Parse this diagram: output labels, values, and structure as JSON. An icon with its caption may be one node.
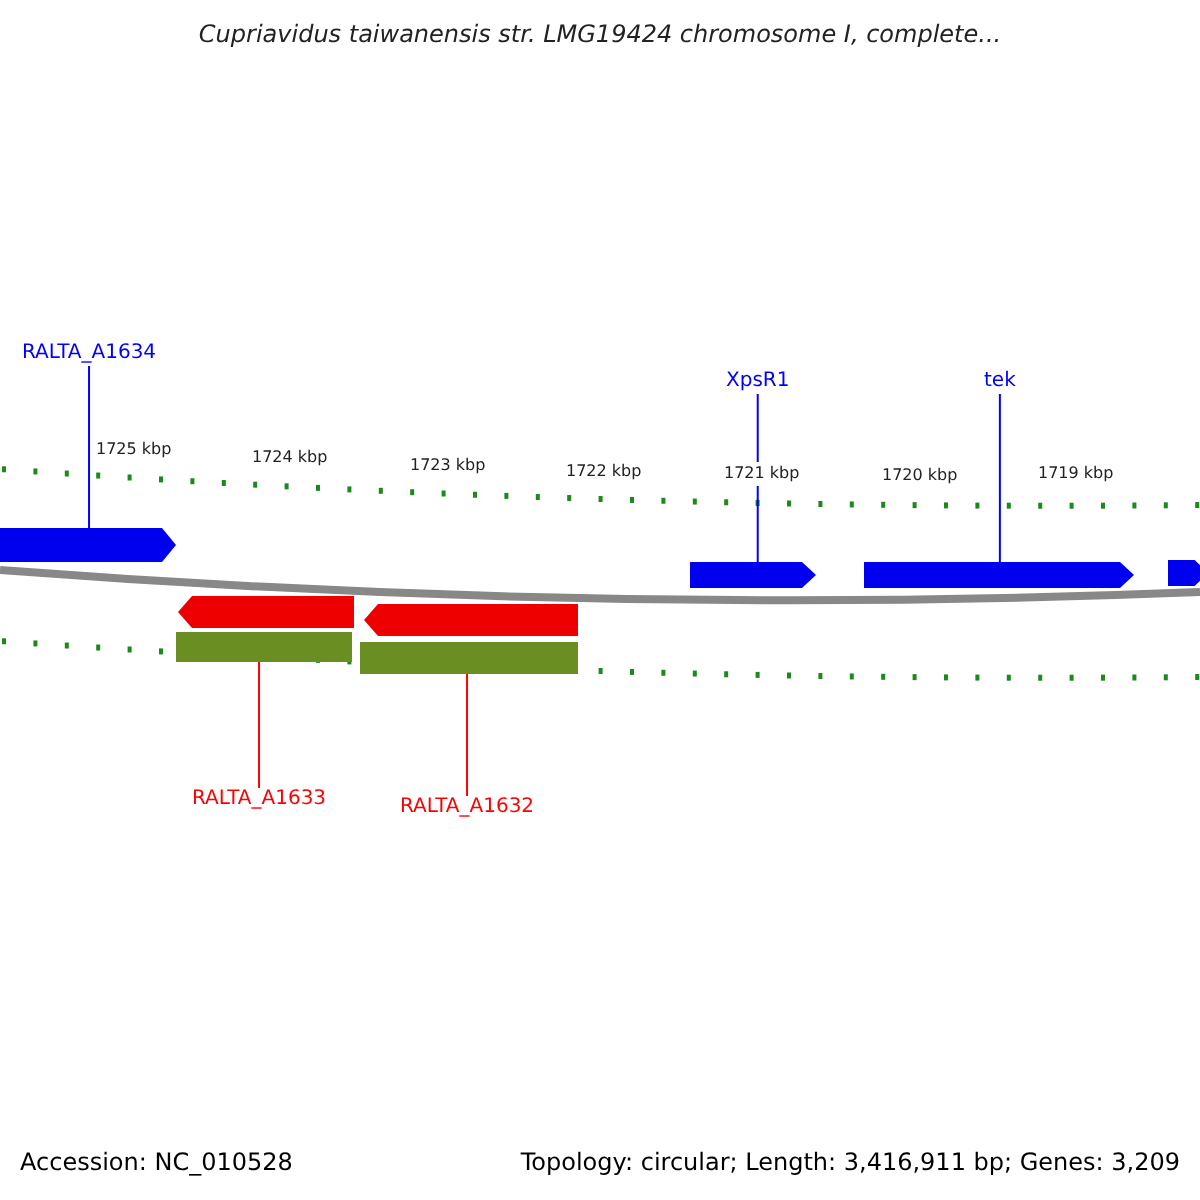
{
  "diagram": {
    "title": "Cupriavidus taiwanensis str. LMG19424 chromosome I, complete...",
    "nodes": [
      {
        "text": [
          "RALTA_A1634"
        ]
      },
      {
        "text": [
          "XpsR1"
        ]
      },
      {
        "text": [
          "tek"
        ]
      },
      {
        "text": [],
        "shape": "arrow"
      },
      {
        "text": [],
        "shape": "arrow"
      },
      {
        "text": [],
        "shape": "arrow"
      },
      {
        "text": [],
        "shape": "arrow"
      },
      {
        "text": [],
        "shape": "arrow"
      },
      {
        "text": [],
        "shape": "arrow"
      },
      {
        "text": [],
        "shape": "bar"
      },
      {
        "text": [],
        "shape": "bar"
      },
      {
        "text": [
          "RALTA_A1633"
        ]
      },
      {
        "text": [
          "RALTA_A1632"
        ]
      }
    ],
    "edges": [
      {
        "from": 0,
        "to": 3,
        "arrow": "none"
      },
      {
        "from": 1,
        "to": 4,
        "arrow": "none"
      },
      {
        "from": 2,
        "to": 5,
        "arrow": "none"
      },
      {
        "from": 11,
        "to": 9,
        "arrow": "none",
        "color": "#ff0000"
      },
      {
        "from": 12,
        "to": 10,
        "arrow": "none",
        "color": "#ff0000"
      }
    ],
    "labels": [
      "1725 kbp",
      "1724 kbp",
      "1723 kbp",
      "1722 kbp",
      "1721 kbp",
      "1720 kbp",
      "1719 kbp",
      "Accession: NC_010528",
      "Topology: circular; Length: 3,416,911 bp; Genes: 3,209"
    ]
  }
}
